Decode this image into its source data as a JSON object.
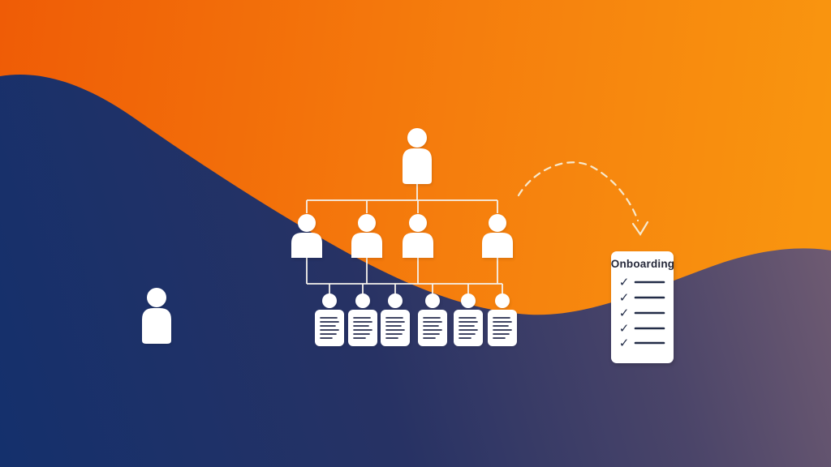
{
  "colors": {
    "orange_left": "#ef5c06",
    "orange_mid": "#f57d0d",
    "orange_right": "#f9950f",
    "wave_deep_navy": "#14306c",
    "wave_navy": "#273264",
    "wave_slate": "#4b4569",
    "wave_mauve": "#7c6375",
    "icon_white": "#ffffff",
    "connector_white": "#f5f2ec",
    "arrow_cream": "#f7e9cd",
    "doc_line_navy": "#252c4e",
    "check_navy": "#222c47",
    "title_dark": "#26293a",
    "card_white": "#ffffff"
  },
  "icons": {
    "person-icon": "white silhouette: circle head over rounded body",
    "document-person-icon": "person head above white document card with text lines",
    "checkmark-icon": "✓",
    "curved-arrow-icon": "dashed arc with chevron arrowhead pointing down"
  },
  "org_chart": {
    "top_level_count": 1,
    "middle_level_count": 4,
    "bottom_document_count": 6
  },
  "standalone_person_count": 1,
  "checklist": {
    "title": "Onboarding",
    "items": [
      {
        "mark": "✓"
      },
      {
        "mark": "✓"
      },
      {
        "mark": "✓"
      },
      {
        "mark": "✓"
      },
      {
        "mark": "✓"
      }
    ]
  }
}
